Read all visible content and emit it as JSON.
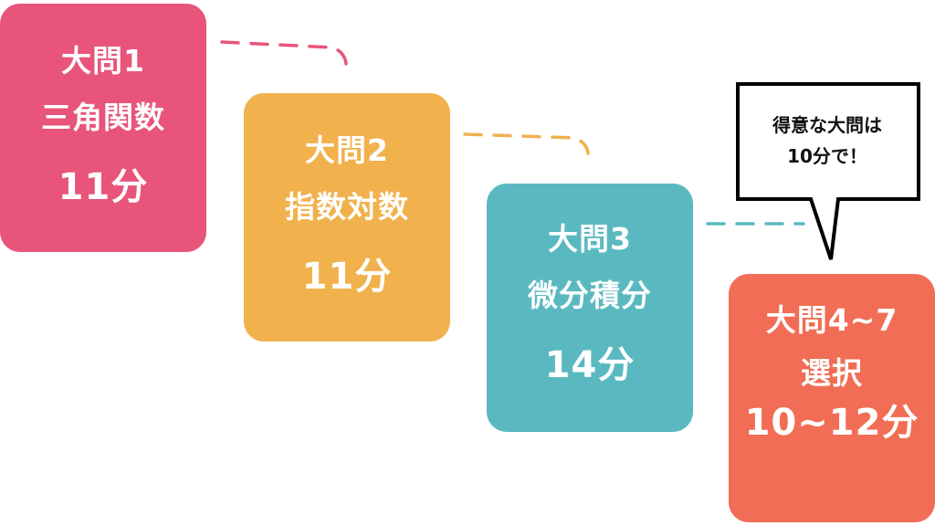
{
  "colors": {
    "step1": "#e8547a",
    "step2": "#f1b14d",
    "step3": "#5ab9c0",
    "step4": "#f26d55",
    "text": "#ffffff",
    "bubble_border": "#000000"
  },
  "steps": [
    {
      "title": "大問1",
      "topic": "三角関数",
      "time": "11分"
    },
    {
      "title": "大問2",
      "topic": "指数対数",
      "time": "11分"
    },
    {
      "title": "大問3",
      "topic": "微分積分",
      "time": "14分"
    },
    {
      "title": "大問4~7",
      "topic": "選択",
      "time": "10~12分"
    }
  ],
  "callout": {
    "line1": "得意な大問は",
    "line2": "10分で！"
  }
}
